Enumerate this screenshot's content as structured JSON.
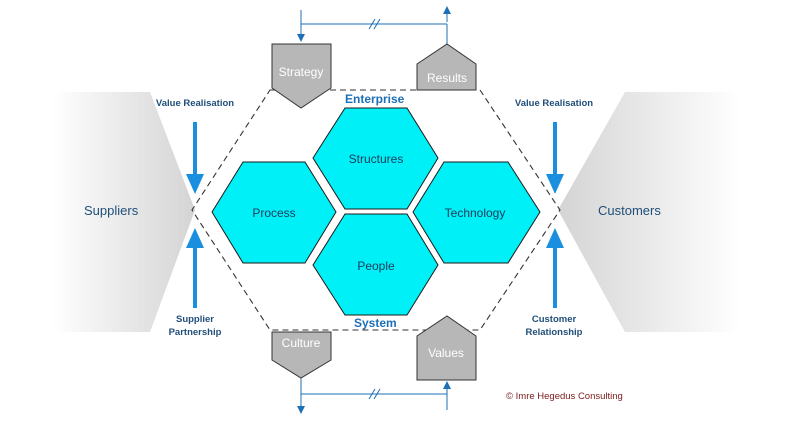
{
  "colors": {
    "hexagon_fill": "#00f0f8",
    "control_fill": "#b7b7b7",
    "arrow_blue": "#1a8fe0",
    "title_blue": "#1f6fb5",
    "copyright_red": "#7a1b1b"
  },
  "labels": {
    "enterprise": "Enterprise",
    "system": "System",
    "copyright": "© Imre Hegedus Consulting"
  },
  "hexagons": {
    "structures": "Structures",
    "process": "Process",
    "technology": "Technology",
    "people": "People"
  },
  "controls": {
    "strategy": "Strategy",
    "results": "Results",
    "culture": "Culture",
    "values": "Values"
  },
  "left": {
    "name": "Suppliers",
    "top_arrow_label": "Value Realisation",
    "bottom_arrow_label_line1": "Supplier",
    "bottom_arrow_label_line2": "Partnership"
  },
  "right": {
    "name": "Customers",
    "top_arrow_label": "Value Realisation",
    "bottom_arrow_label_line1": "Customer",
    "bottom_arrow_label_line2": "Relationship"
  }
}
